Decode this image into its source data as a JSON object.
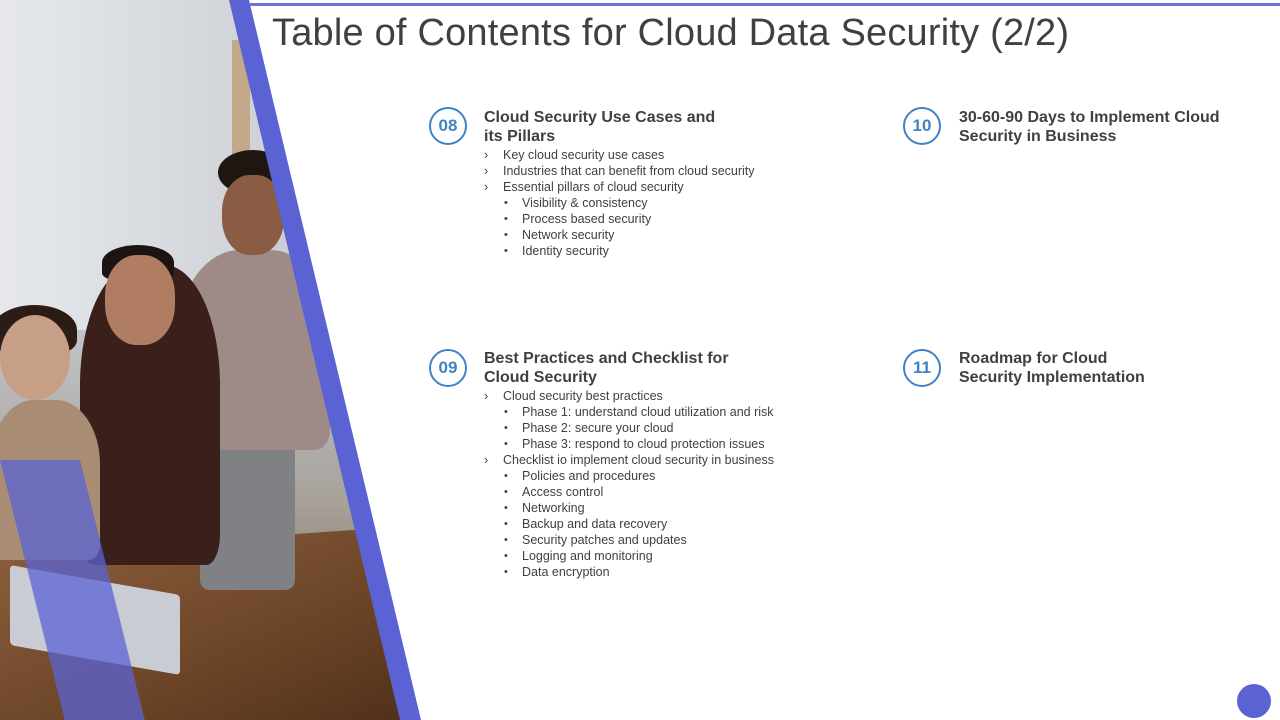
{
  "title": "Table of Contents for Cloud Data Security (2/2)",
  "accent_color": "#5b63d4",
  "number_color": "#3f83c5",
  "sections": [
    {
      "number": "08",
      "title_line1": "Cloud Security Use Cases and",
      "title_line2": "its Pillars",
      "items": [
        {
          "level": 1,
          "text": "Key cloud security use cases"
        },
        {
          "level": 1,
          "text": "Industries that can benefit from cloud security"
        },
        {
          "level": 1,
          "text": "Essential pillars of cloud security"
        },
        {
          "level": 2,
          "text": "Visibility & consistency"
        },
        {
          "level": 2,
          "text": "Process based security"
        },
        {
          "level": 2,
          "text": "Network security"
        },
        {
          "level": 2,
          "text": "Identity security"
        }
      ]
    },
    {
      "number": "09",
      "title_line1": "Best Practices and Checklist for",
      "title_line2": "Cloud Security",
      "items": [
        {
          "level": 1,
          "text": "Cloud security best practices"
        },
        {
          "level": 2,
          "text": "Phase 1: understand cloud utilization and risk"
        },
        {
          "level": 2,
          "text": "Phase 2: secure your cloud"
        },
        {
          "level": 2,
          "text": "Phase 3: respond to cloud protection issues"
        },
        {
          "level": 1,
          "text": "Checklist io implement cloud security in business"
        },
        {
          "level": 2,
          "text": "Policies and procedures"
        },
        {
          "level": 2,
          "text": "Access control"
        },
        {
          "level": 2,
          "text": "Networking"
        },
        {
          "level": 2,
          "text": "Backup and data recovery"
        },
        {
          "level": 2,
          "text": "Security patches and updates"
        },
        {
          "level": 2,
          "text": "Logging and monitoring"
        },
        {
          "level": 2,
          "text": "Data encryption"
        }
      ]
    },
    {
      "number": "10",
      "title_line1": "30-60-90 Days to Implement Cloud",
      "title_line2": "Security in Business",
      "items": []
    },
    {
      "number": "11",
      "title_line1": "Roadmap for Cloud",
      "title_line2": "Security Implementation",
      "items": []
    }
  ]
}
